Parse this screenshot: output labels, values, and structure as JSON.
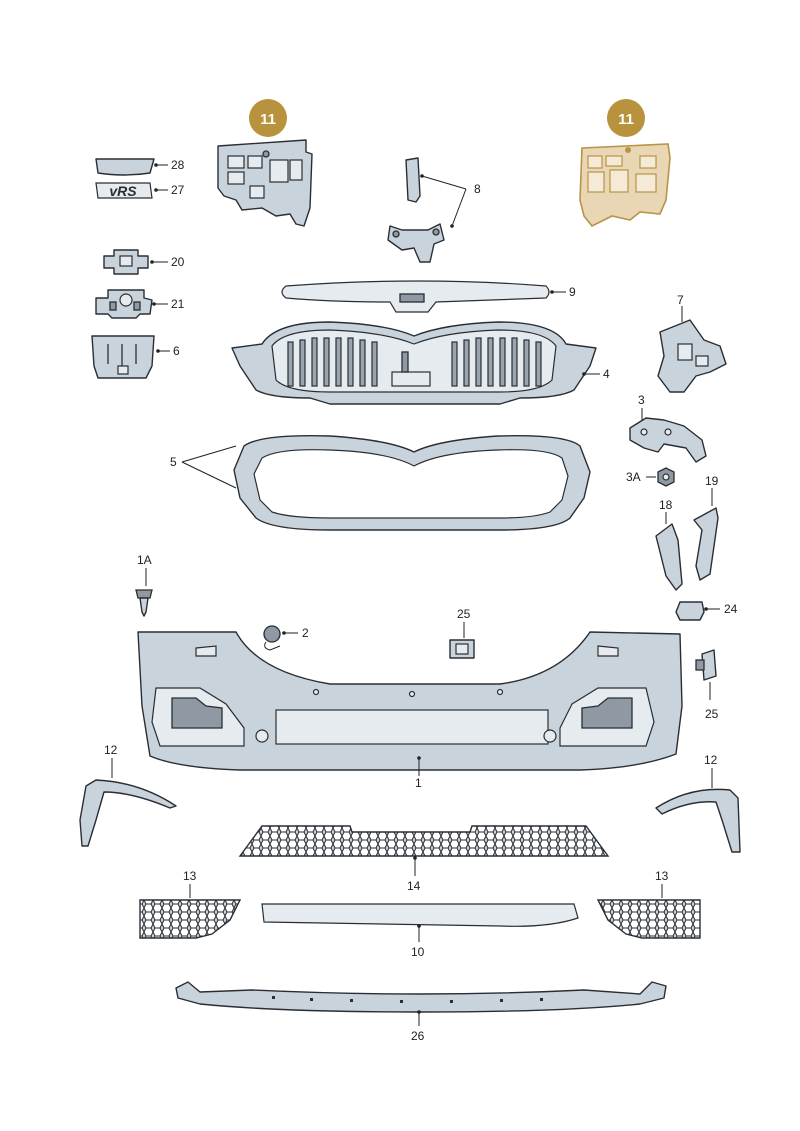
{
  "badges": {
    "left": "11",
    "right": "11"
  },
  "labels": {
    "p28": "28",
    "p27": "27",
    "p8": "8",
    "p20": "20",
    "p21": "21",
    "p6": "6",
    "p9": "9",
    "p7": "7",
    "p4": "4",
    "p3": "3",
    "p5": "5",
    "p3A": "3A",
    "p19": "19",
    "p18": "18",
    "p1A": "1A",
    "p24": "24",
    "p2": "2",
    "p25a": "25",
    "p25b": "25",
    "p1": "1",
    "p12a": "12",
    "p12b": "12",
    "p14": "14",
    "p13a": "13",
    "p13b": "13",
    "p10": "10",
    "p26": "26"
  },
  "emblem_text": "vRS",
  "colors": {
    "badge": "#b8923c",
    "highlight": "#e8d6b4",
    "part": "#c9d3dc"
  }
}
